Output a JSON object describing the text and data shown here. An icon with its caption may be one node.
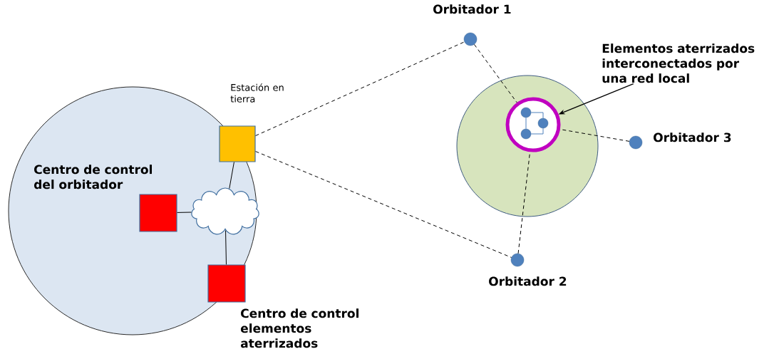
{
  "diagram": {
    "nodes": [
      {
        "text": [
          "Estación en tierra"
        ]
      },
      {
        "text": [
          "Centro de control del orbitador"
        ]
      },
      {
        "text": [],
        "shape": "cloud"
      },
      {
        "text": [
          "Centro de control elementos aterrizados"
        ]
      },
      {
        "text": [
          "Orbitador 1"
        ]
      },
      {
        "text": [
          "Orbitador 2"
        ]
      },
      {
        "text": [
          "Orbitador 3"
        ]
      },
      {
        "text": [],
        "shape": "circle"
      },
      {
        "text": [],
        "shape": "circle",
        "in": 7
      },
      {
        "text": [],
        "shape": "circle",
        "in": 7
      },
      {
        "text": [],
        "shape": "circle",
        "in": 7
      },
      {
        "text": [
          "Elementos aterrizados interconectados por una red local"
        ]
      }
    ],
    "edges": [
      {
        "from": 0,
        "to": 2,
        "arrow": "none"
      },
      {
        "from": 1,
        "to": 2,
        "arrow": "none"
      },
      {
        "from": 2,
        "to": 3,
        "arrow": "none"
      },
      {
        "from": 0,
        "to": 4,
        "arrow": "none",
        "style": "dashed"
      },
      {
        "from": 0,
        "to": 5,
        "arrow": "none",
        "style": "dashed"
      },
      {
        "from": 4,
        "to": 7,
        "arrow": "none",
        "style": "dashed"
      },
      {
        "from": 5,
        "to": 7,
        "arrow": "none",
        "style": "dashed"
      },
      {
        "from": 6,
        "to": 7,
        "arrow": "none",
        "style": "dashed"
      },
      {
        "from": 11,
        "to": 7,
        "arrow": "to"
      },
      {
        "from": 8,
        "to": 9,
        "arrow": "none",
        "color": "#4f81bd"
      },
      {
        "from": 8,
        "to": 10,
        "arrow": "none",
        "color": "#4f81bd"
      },
      {
        "from": 9,
        "to": 10,
        "arrow": "none",
        "color": "#4f81bd"
      }
    ]
  }
}
